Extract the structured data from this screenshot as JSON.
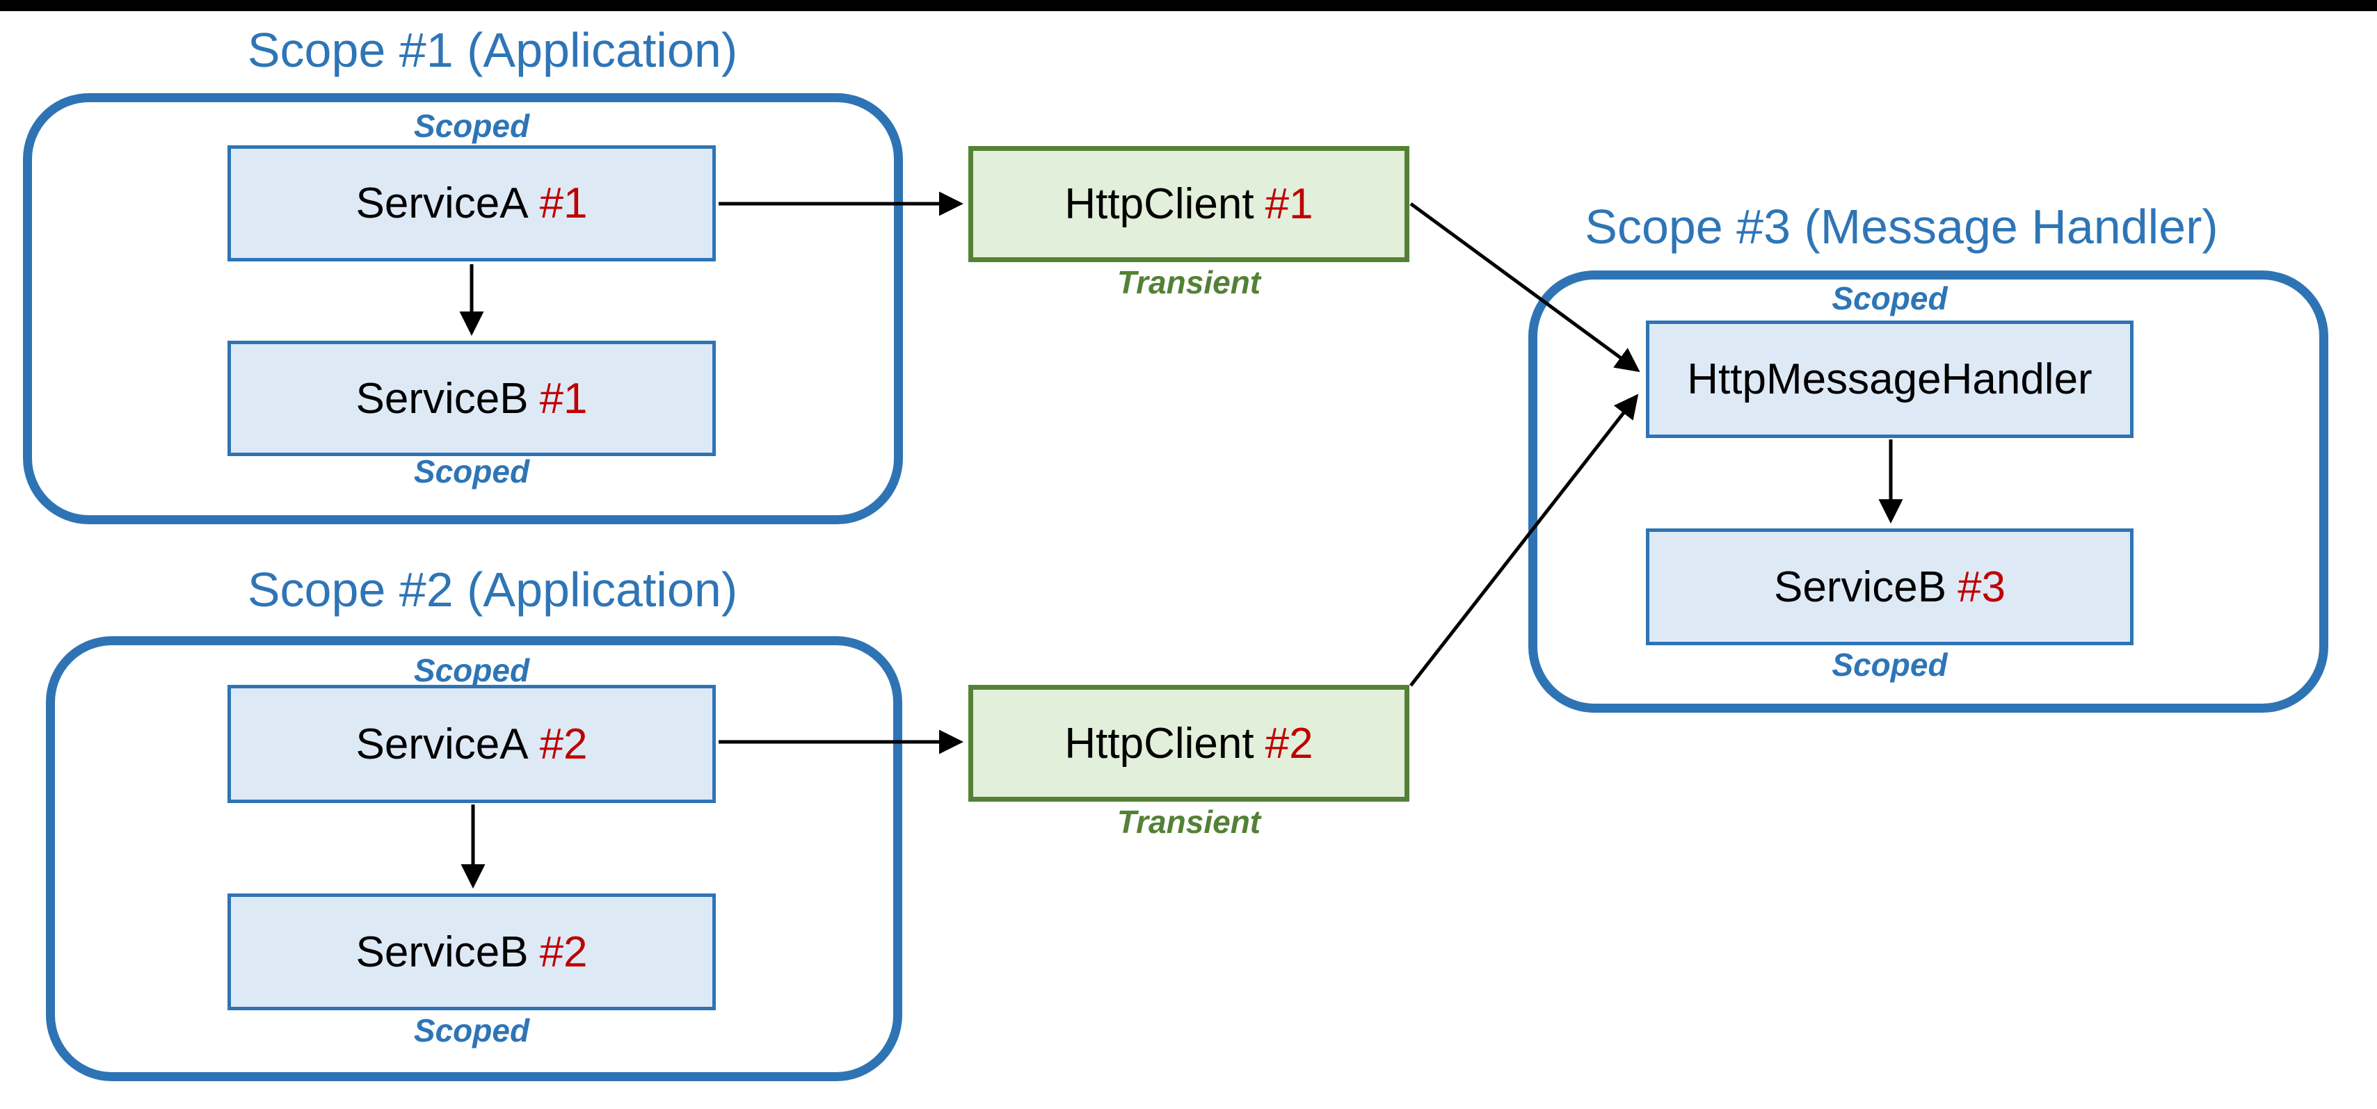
{
  "colors": {
    "blue_text": "#2E75B6",
    "scope_border": "#2E74B5",
    "blue_fill": "#DEE9F6",
    "green_border": "#548235",
    "green_fill": "#E2EFDA",
    "green_text": "#538135",
    "red_text": "#C00000",
    "arrow": "#000000",
    "letterbox": "#000000"
  },
  "scopes": {
    "scope1": {
      "title": "Scope #1 (Application)",
      "scoped_top": "Scoped",
      "scoped_bottom": "Scoped"
    },
    "scope2": {
      "title": "Scope #2 (Application)",
      "scoped_top": "Scoped",
      "scoped_bottom": "Scoped"
    },
    "scope3": {
      "title": "Scope #3 (Message Handler)",
      "scoped_top": "Scoped",
      "scoped_bottom": "Scoped"
    }
  },
  "nodes": {
    "serviceA1": {
      "label": "ServiceA",
      "id": "#1"
    },
    "serviceB1": {
      "label": "ServiceB",
      "id": "#1"
    },
    "serviceA2": {
      "label": "ServiceA",
      "id": "#2"
    },
    "serviceB2": {
      "label": "ServiceB",
      "id": "#2"
    },
    "serviceB3": {
      "label": "ServiceB",
      "id": "#3"
    },
    "httpClient1": {
      "label": "HttpClient",
      "id": "#1",
      "lifetime": "Transient"
    },
    "httpClient2": {
      "label": "HttpClient",
      "id": "#2",
      "lifetime": "Transient"
    },
    "httpMessageHandler": {
      "label": "HttpMessageHandler",
      "id": ""
    }
  }
}
